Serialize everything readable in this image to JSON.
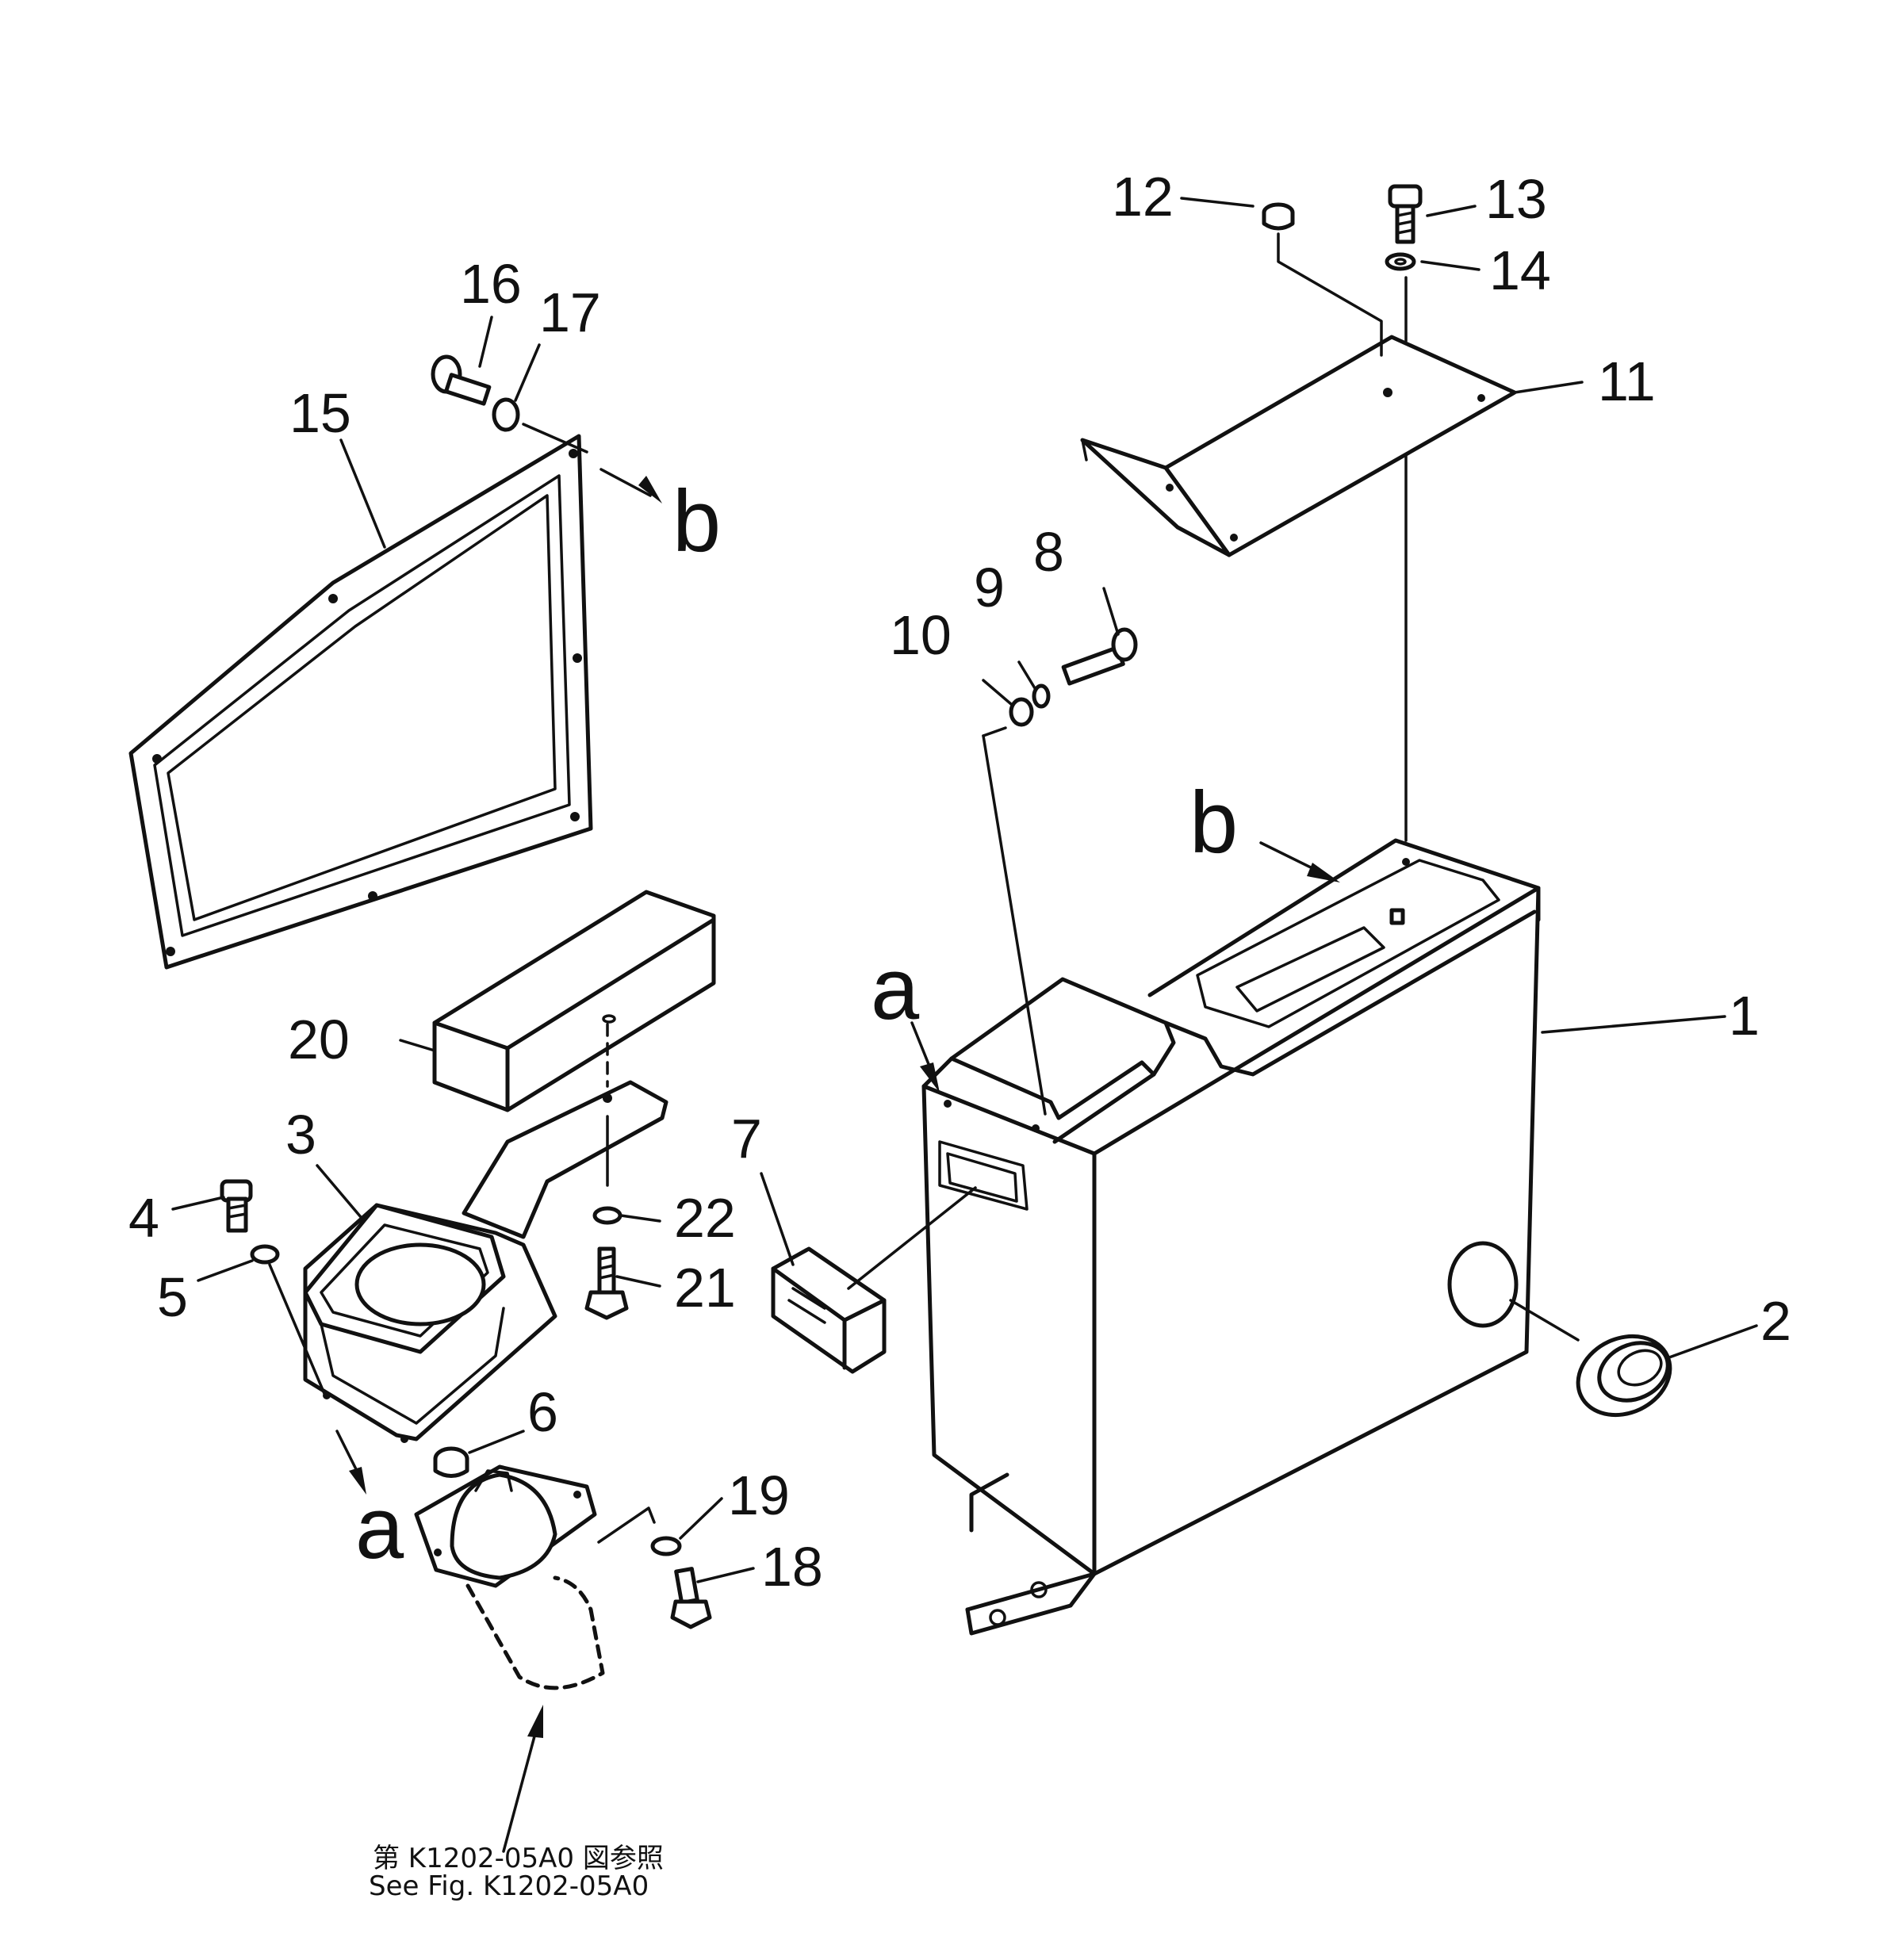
{
  "part_numbers": {
    "n1": "1",
    "n2": "2",
    "n3": "3",
    "n4": "4",
    "n5": "5",
    "n6": "6",
    "n7": "7",
    "n8": "8",
    "n9": "9",
    "n10": "10",
    "n11": "11",
    "n12": "12",
    "n13": "13",
    "n14": "14",
    "n15": "15",
    "n16": "16",
    "n17": "17",
    "n18": "18",
    "n19": "19",
    "n20": "20",
    "n21": "21",
    "n22": "22"
  },
  "references": {
    "a": "a",
    "b": "b"
  },
  "note": {
    "line1": "第 K1202-05A0 図参照",
    "line2": "See Fig. K1202-05A0"
  }
}
